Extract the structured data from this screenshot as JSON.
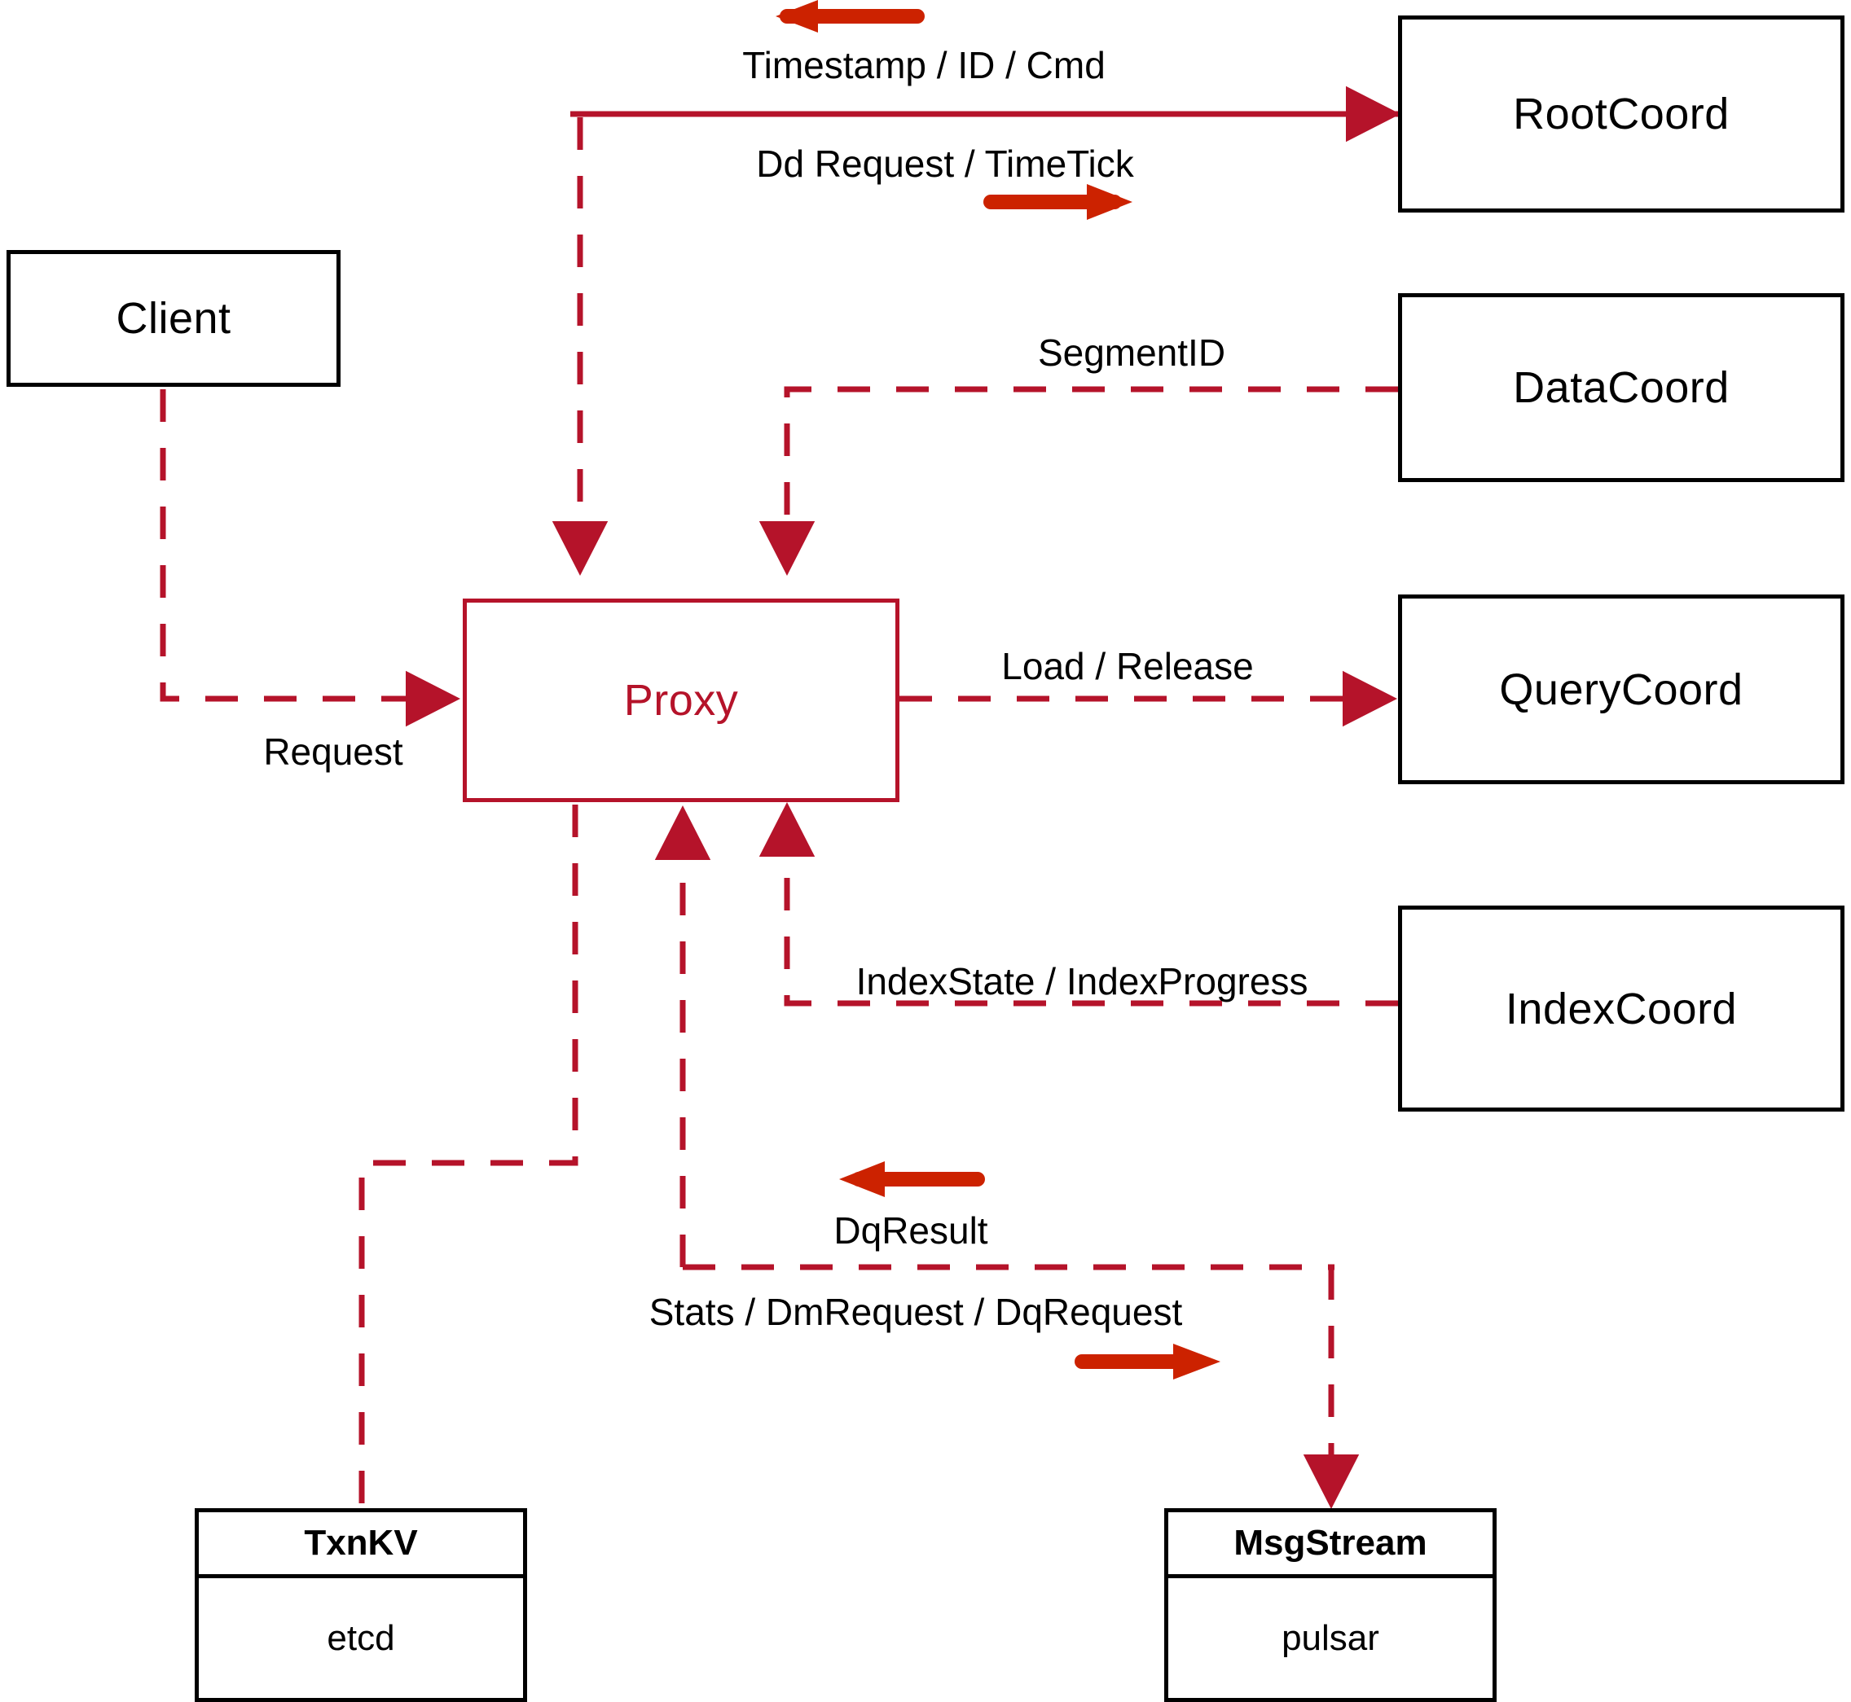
{
  "diagram": {
    "title": "Milvus Proxy interaction diagram",
    "colors": {
      "dashed_edge": "#B5132A",
      "solid_arrow": "#CC2200",
      "node_border": "#000000",
      "proxy_border": "#B5132A",
      "proxy_text": "#B5132A",
      "background": "#FFFFFF"
    }
  },
  "nodes": {
    "client": {
      "label": "Client"
    },
    "proxy": {
      "label": "Proxy"
    },
    "root_coord": {
      "label": "RootCoord"
    },
    "data_coord": {
      "label": "DataCoord"
    },
    "query_coord": {
      "label": "QueryCoord"
    },
    "index_coord": {
      "label": "IndexCoord"
    },
    "txnkv": {
      "title": "TxnKV",
      "impl": "etcd"
    },
    "msgstream": {
      "title": "MsgStream",
      "impl": "pulsar"
    }
  },
  "edge_labels": {
    "timestamp_id_cmd": "Timestamp / ID / Cmd",
    "dd_request_timetick": "Dd Request / TimeTick",
    "segment_id": "SegmentID",
    "request": "Request",
    "load_release": "Load / Release",
    "index_state_progress": "IndexState / IndexProgress",
    "dq_result": "DqResult",
    "stats_dm_dq_request": "Stats / DmRequest / DqRequest"
  },
  "edges": [
    {
      "name": "rootcoord-to-proxy",
      "from": "RootCoord",
      "to": "Proxy",
      "label": "Timestamp / ID / Cmd",
      "style": "dashed"
    },
    {
      "name": "proxy-to-rootcoord",
      "from": "Proxy",
      "to": "RootCoord",
      "label": "Dd Request / TimeTick",
      "style": "dashed"
    },
    {
      "name": "datacoord-to-proxy",
      "from": "DataCoord",
      "to": "Proxy",
      "label": "SegmentID",
      "style": "dashed"
    },
    {
      "name": "client-to-proxy",
      "from": "Client",
      "to": "Proxy",
      "label": "Request",
      "style": "dashed"
    },
    {
      "name": "proxy-to-querycoord",
      "from": "Proxy",
      "to": "QueryCoord",
      "label": "Load / Release",
      "style": "dashed"
    },
    {
      "name": "indexcoord-to-proxy",
      "from": "IndexCoord",
      "to": "Proxy",
      "label": "IndexState / IndexProgress",
      "style": "dashed"
    },
    {
      "name": "proxy-to-txnkv",
      "from": "Proxy",
      "to": "TxnKV",
      "label": "",
      "style": "dashed"
    },
    {
      "name": "proxy-msgstream",
      "from": "Proxy",
      "to": "MsgStream",
      "label": "Stats / DmRequest / DqRequest",
      "style": "dashed"
    },
    {
      "name": "msgstream-to-proxy",
      "from": "MsgStream",
      "to": "Proxy",
      "label": "DqResult",
      "style": "dashed"
    }
  ]
}
